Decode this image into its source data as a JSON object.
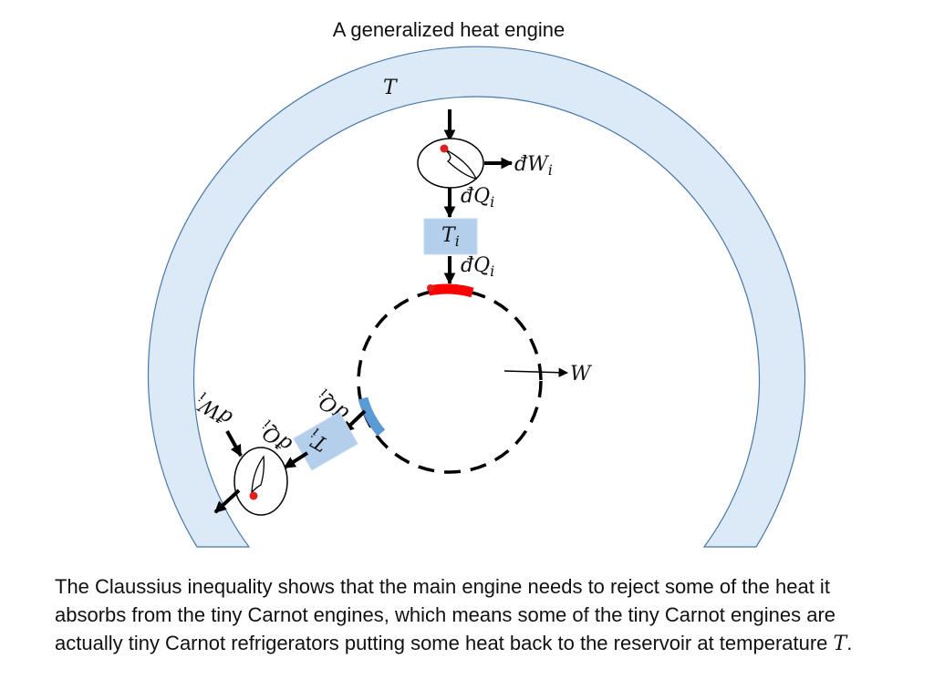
{
  "title": "A generalized heat engine",
  "labels": {
    "reservoir_temp": "T",
    "work_top": "đW",
    "work_top_sub": "i",
    "heat_top_1": "đQ",
    "heat_top_1_sub": "i",
    "box_top": "T",
    "box_top_sub": "i",
    "heat_top_2": "đQ",
    "heat_top_2_sub": "i",
    "work_main": "W",
    "heat_bottom_1": "đQ",
    "heat_bottom_1_sub": "i",
    "box_bottom": "T",
    "box_bottom_sub": "i",
    "heat_bottom_2": "đQ",
    "heat_bottom_2_sub": "i",
    "work_bottom": "đW",
    "work_bottom_sub": "i"
  },
  "colors": {
    "reservoir_fill": "#dce9f6",
    "reservoir_stroke": "#4a78a8",
    "box_fill": "#b3cfec",
    "hot_arc": "#ff0000",
    "cold_arc": "#5b9bd5",
    "dot": "#e02020"
  },
  "caption": {
    "text": "The Claussius inequality shows that the main engine needs to reject some of the heat it absorbs from the tiny Carnot engines, which means some of the tiny Carnot engines are actually tiny Carnot refrigerators putting some heat back to the reservoir at temperature",
    "math": "T",
    "end": "."
  }
}
